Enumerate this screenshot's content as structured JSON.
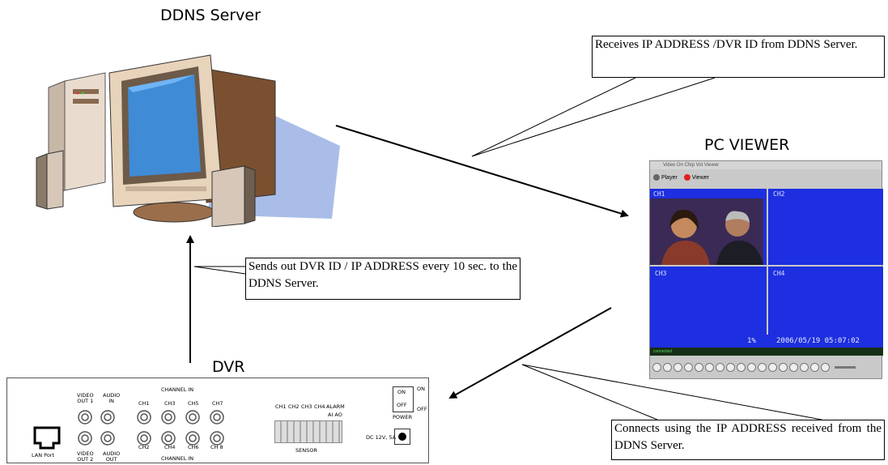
{
  "ddns": {
    "title": "DDNS Server"
  },
  "viewer": {
    "title": "PC VIEWER",
    "app_title": "Video On Chip Vot Viewer",
    "btn_player": "Player",
    "btn_viewer": "Viewer",
    "channels": [
      "CH1",
      "CH2",
      "CH3",
      "CH4"
    ],
    "status_percent": "1%",
    "timestamp": "2006/05/19 05:07:02",
    "connected": "connected"
  },
  "dvr": {
    "title": "DVR",
    "lan_port": "LAN Port",
    "video_out1": "VIDEO\nOUT 1",
    "audio_in": "AUDIO\nIN",
    "video_out2": "VIDEO\nOUT 2",
    "audio_out": "AUDIO\nOUT",
    "channel_in": "CHANNEL IN",
    "ch_top": [
      "CH1",
      "CH3",
      "CH5",
      "CH7"
    ],
    "ch_bottom": [
      "CH2",
      "CH4",
      "CH6",
      "CH 8"
    ],
    "sensor_ch": [
      "CH1",
      "CH2",
      "CH3",
      "CH4"
    ],
    "alarm": "ALARM",
    "ai_ao": "AI AO",
    "sensor": "SENSOR",
    "switch_on": "ON",
    "switch_off": "OFF",
    "power": "POWER",
    "dc": "DC 12V, 5A"
  },
  "callouts": {
    "receives": "Receives IP ADDRESS /DVR ID from DDNS Server.",
    "sends": "Sends out DVR ID / IP ADDRESS every 10 sec. to the DDNS Server.",
    "connects": "Connects using the IP ADDRESS received from the DDNS Server."
  }
}
